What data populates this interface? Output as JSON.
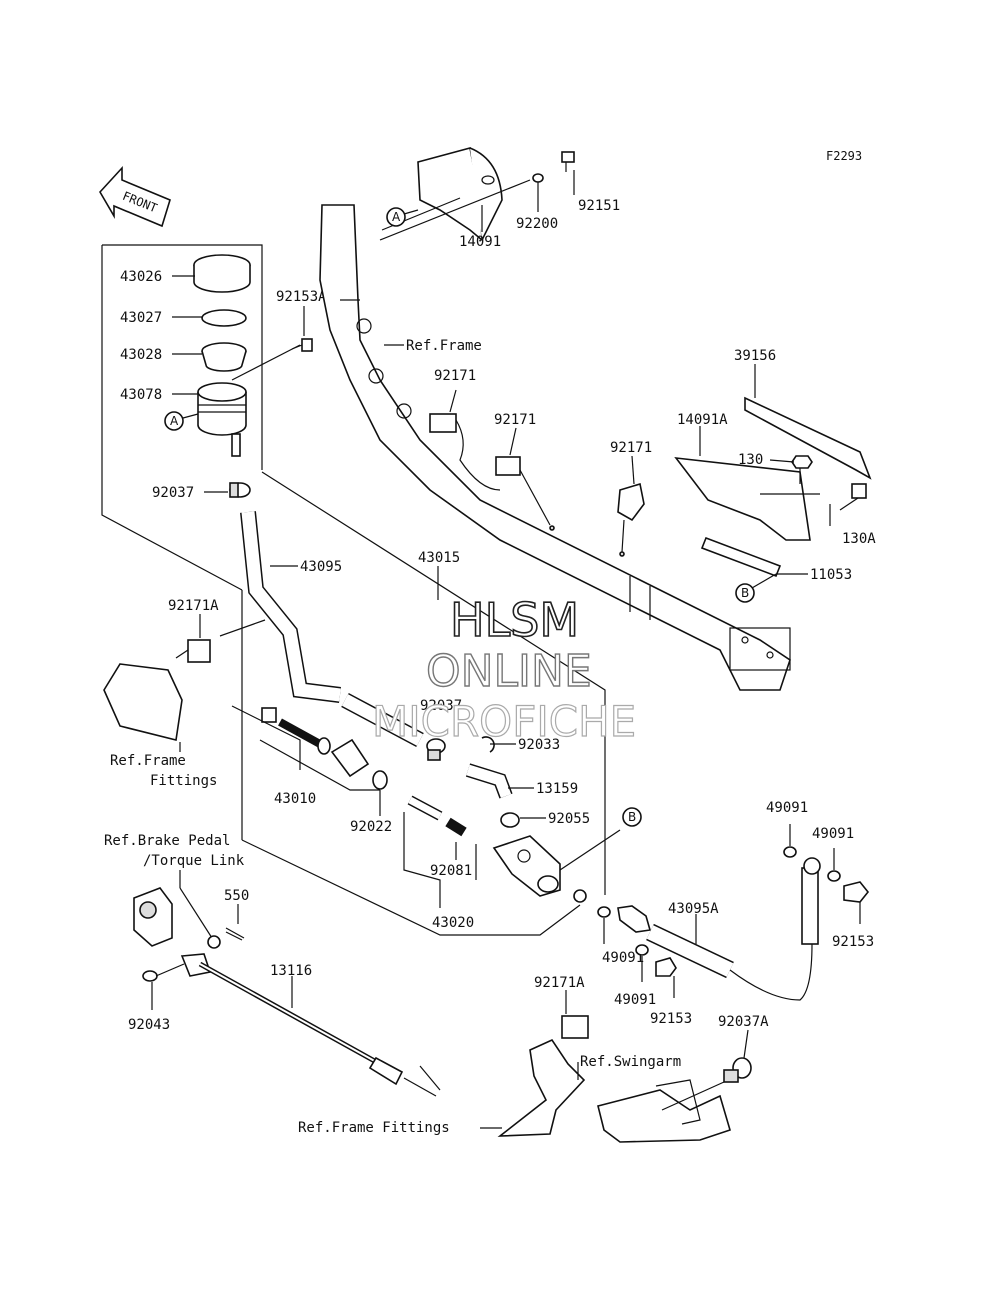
{
  "figure_code": "F2293",
  "front_label": "FRONT",
  "watermark": {
    "line1": "HLSM",
    "line2": "ONLINE",
    "line3": "MICROFICHE"
  },
  "refs": {
    "frame": "Ref.Frame",
    "frame_fittings_1": "Ref.Frame",
    "frame_fittings_2": "Fittings",
    "brake_pedal_1": "Ref.Brake Pedal",
    "brake_pedal_2": "/Torque Link",
    "swingarm": "Ref.Swingarm",
    "frame_fittings_bottom": "Ref.Frame Fittings"
  },
  "markers": {
    "a": "A",
    "b": "B"
  },
  "parts": {
    "p43026": "43026",
    "p43027": "43027",
    "p43028": "43028",
    "p43078": "43078",
    "p92037_top": "92037",
    "p92153A": "92153A",
    "p43095": "43095",
    "p43015": "43015",
    "p92171A_left": "92171A",
    "p43010": "43010",
    "p92022": "92022",
    "p92081": "92081",
    "p43020": "43020",
    "p92037_mid": "92037",
    "p92033": "92033",
    "p13159": "13159",
    "p92055": "92055",
    "p14091": "14091",
    "p92200": "92200",
    "p92151": "92151",
    "p92171_a": "92171",
    "p92171_b": "92171",
    "p92171_c": "92171",
    "p39156": "39156",
    "p14091A": "14091A",
    "p130": "130",
    "p130A": "130A",
    "p11053": "11053",
    "p49091_r1": "49091",
    "p49091_r2": "49091",
    "p92153_r": "92153",
    "p43095A": "43095A",
    "p49091_c1": "49091",
    "p49091_c2": "49091",
    "p92153_c": "92153",
    "p550": "550",
    "p13116": "13116",
    "p92043": "92043",
    "p92171A_bottom": "92171A",
    "p92037A": "92037A"
  }
}
